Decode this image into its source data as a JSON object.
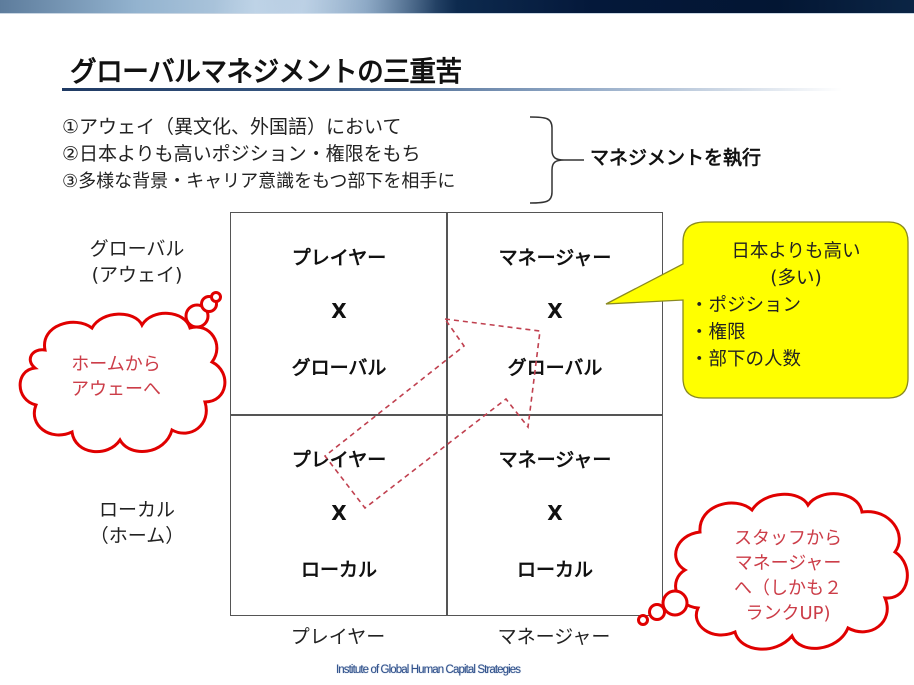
{
  "slide": {
    "title": "グローバルマネジメントの三重苦",
    "points": [
      "①アウェイ（異文化、外国語）において",
      "②日本よりも高いポジション・権限をもち",
      "③多様な背景・キャリア意識をもつ部下を相手に"
    ],
    "brace_label": "マネジメントを執行",
    "footer": "Institute of Global Human Capital Strategies"
  },
  "matrix": {
    "row_labels": [
      {
        "line1": "グローバル",
        "line2": "(アウェイ)"
      },
      {
        "line1": "ローカル",
        "line2": "（ホーム）"
      }
    ],
    "col_labels": [
      "プレイヤー",
      "マネージャー"
    ],
    "cells": [
      {
        "role": "プレイヤー",
        "cross": "X",
        "scope": "グローバル"
      },
      {
        "role": "マネージャー",
        "cross": "X",
        "scope": "グローバル"
      },
      {
        "role": "プレイヤー",
        "cross": "X",
        "scope": "ローカル"
      },
      {
        "role": "マネージャー",
        "cross": "X",
        "scope": "ローカル"
      }
    ]
  },
  "callout": {
    "heading": "日本よりも高い",
    "subheading": "(多い)",
    "bullets": [
      "・ポジション",
      "・権限",
      "・部下の人数"
    ]
  },
  "clouds": {
    "left": {
      "line1": "ホームから",
      "line2": "アウェーへ"
    },
    "right": {
      "line1": "スタッフから",
      "line2": "マネージャー",
      "line3": "へ（しかも２",
      "line4": "ランクUP)"
    }
  },
  "colors": {
    "cloud_outline": "#e00000",
    "cloud_text": "#cc3d48",
    "callout_fill": "#ffff00",
    "callout_stroke": "#8a8a20",
    "arrow_dash": "#c0404f",
    "grid_line": "#555555",
    "banner_dark": "#04183a"
  }
}
